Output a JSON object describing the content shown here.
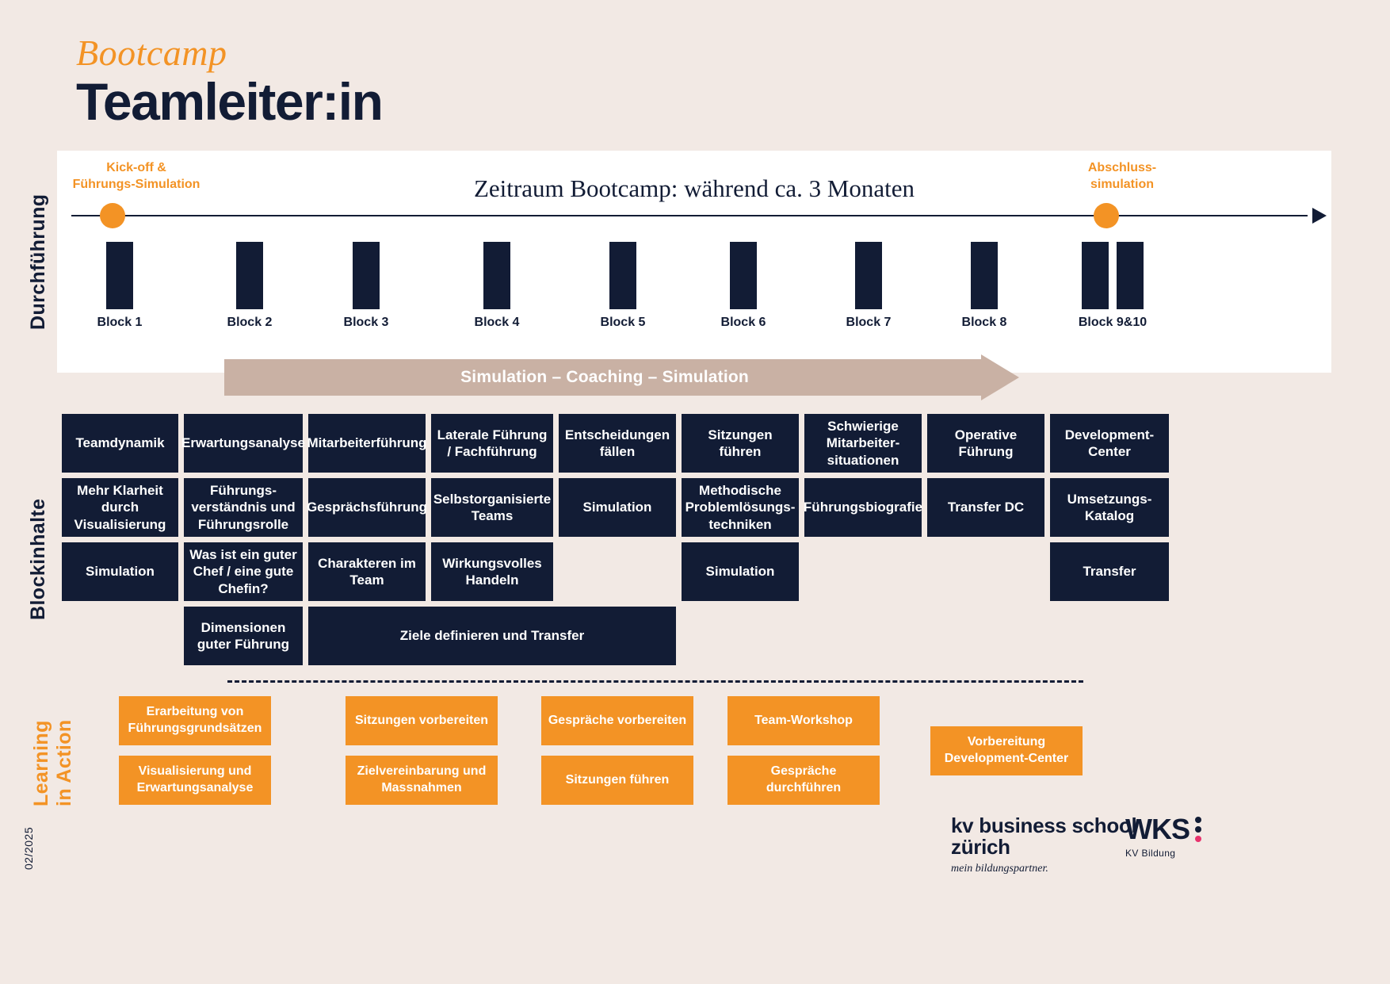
{
  "header": {
    "kicker": "Bootcamp",
    "title": "Teamleiter:in"
  },
  "rails": {
    "durchfuehrung": "Durchführung",
    "blockinhalte": "Blockinhalte",
    "learning": "Learning\nin Action",
    "date": "02/2025"
  },
  "timeline": {
    "heading": "Zeitraum Bootcamp: während ca. 3 Monaten",
    "kickoff_label": "Kick-off &\nFührungs-Simulation",
    "final_label": "Abschluss-\nsimulation",
    "bars": [
      {
        "label": "Block 1"
      },
      {
        "label": "Block 2"
      },
      {
        "label": "Block 3"
      },
      {
        "label": "Block 4"
      },
      {
        "label": "Block 5"
      },
      {
        "label": "Block 6"
      },
      {
        "label": "Block 7"
      },
      {
        "label": "Block 8"
      },
      {
        "label": "Block 9&10"
      }
    ],
    "arrow_label": "Simulation – Coaching – Simulation"
  },
  "grid": {
    "row1": [
      "Teamdynamik",
      "Erwartungsanalyse",
      "Mitarbeiterführung",
      "Laterale Führung / Fachführung",
      "Entscheidungen fällen",
      "Sitzungen führen",
      "Schwierige Mitarbeiter-situationen",
      "Operative Führung",
      "Development-Center"
    ],
    "row2": [
      "Mehr Klarheit durch Visualisierung",
      "Führungs-verständnis und Führungsrolle",
      "Gesprächsführung",
      "Selbstorganisierte Teams",
      "Simulation",
      "Methodische Problemlösungs-techniken",
      "Führungsbiografie",
      "Transfer DC",
      "Umsetzungs-Katalog"
    ],
    "row3": [
      "Simulation",
      "Was ist ein guter Chef / eine gute Chefin?",
      "Charakteren im Team",
      "Wirkungsvolles Handeln",
      "",
      "Simulation",
      "",
      "",
      "Transfer"
    ],
    "row4": [
      "",
      "Dimensionen guter Führung",
      "Ziele definieren und Transfer"
    ]
  },
  "learning_in_action": {
    "columns": [
      {
        "boxes": [
          "Erarbeitung von Führungsgrundsätzen",
          "Visualisierung und Erwartungsanalyse"
        ]
      },
      {
        "boxes": [
          "Sitzungen vorbereiten",
          "Zielvereinbarung und Massnahmen"
        ]
      },
      {
        "boxes": [
          "Gespräche vorbereiten",
          "Sitzungen führen"
        ]
      },
      {
        "boxes": [
          "Team-Workshop",
          "Gespräche durchführen"
        ]
      },
      {
        "boxes": [
          "Vorbereitung Development-Center"
        ]
      }
    ]
  },
  "footer": {
    "kv_line1": "kv business school",
    "kv_line2": "zürich",
    "kv_tagline": "mein bildungspartner.",
    "wks_name": "WKS",
    "wks_sub": "KV Bildung"
  },
  "colors": {
    "background": "#f2e9e4",
    "navy": "#121c35",
    "orange": "#f39325",
    "taupe": "#c9b1a4",
    "white": "#ffffff",
    "accent_pink": "#e8336d"
  }
}
